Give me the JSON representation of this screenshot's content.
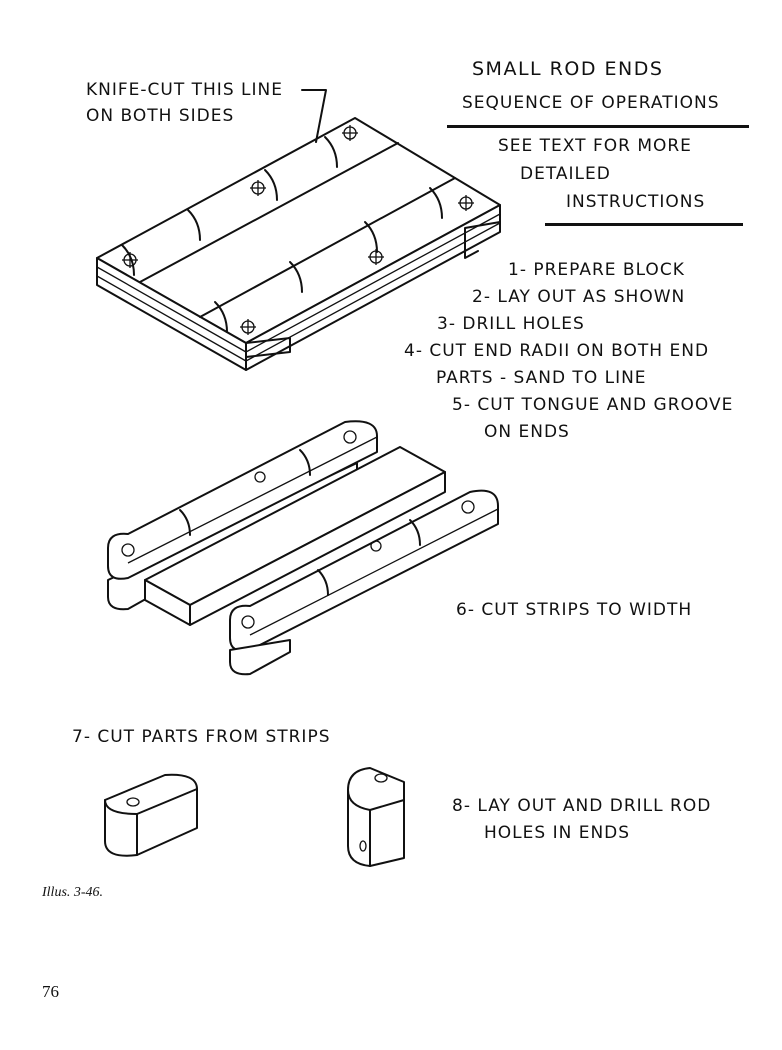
{
  "heading": {
    "title": "SMALL ROD ENDS",
    "subtitle": "SEQUENCE OF OPERATIONS",
    "note_lines": [
      "SEE TEXT FOR MORE",
      "DETAILED",
      "INSTRUCTIONS"
    ]
  },
  "callout": {
    "lines": [
      "KNIFE-CUT THIS LINE",
      "ON BOTH SIDES"
    ]
  },
  "steps": {
    "s1": "1- PREPARE BLOCK",
    "s2": "2- LAY OUT AS SHOWN",
    "s3": "3- DRILL HOLES",
    "s4a": "4- CUT END RADII ON BOTH END",
    "s4b": "PARTS - SAND TO LINE",
    "s5a": "5- CUT TONGUE AND GROOVE",
    "s5b": "ON ENDS",
    "s6": "6- CUT STRIPS TO WIDTH",
    "s7": "7- CUT PARTS FROM STRIPS",
    "s8a": "8- LAY OUT AND DRILL ROD",
    "s8b": "HOLES IN ENDS"
  },
  "caption": "Illus. 3-46.",
  "page_number": "76"
}
